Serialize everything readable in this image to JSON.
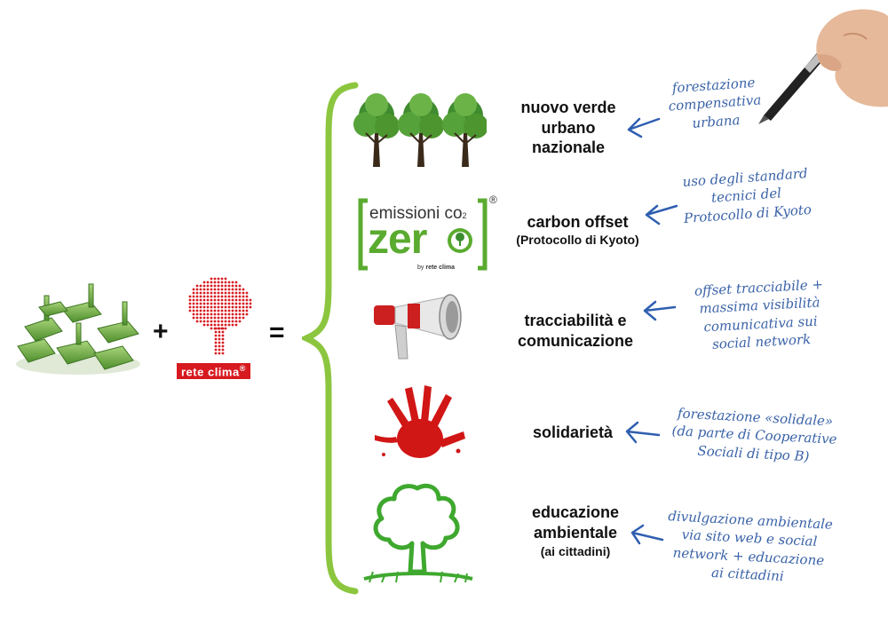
{
  "source": {
    "brand": "rete clima",
    "registered": "®"
  },
  "operators": {
    "plus": "+",
    "equals": "="
  },
  "colors": {
    "brace": "#8cc63f",
    "leaf": "#3c8d2f",
    "brand_red": "#d71920",
    "note_blue": "#3b63a8",
    "zero_green": "#5aab2f",
    "arrow": "#2f5fb0"
  },
  "logo_emissioni": {
    "word": "emissioni co",
    "sub": "2",
    "zero": "zer",
    "by": "by",
    "brand": "rete clima",
    "registered": "®"
  },
  "items": [
    {
      "icon": "trees-icon",
      "label": [
        "nuovo verde",
        "urbano",
        "nazionale"
      ],
      "note": [
        "forestazione",
        "compensativa",
        "urbana"
      ]
    },
    {
      "icon": "emissioni-zero-logo",
      "label": [
        "carbon offset",
        "(Protocollo di Kyoto)"
      ],
      "note": [
        "uso degli standard",
        "tecnici del",
        "Protocollo di Kyoto"
      ]
    },
    {
      "icon": "megaphone-icon",
      "label": [
        "tracciabilità e",
        "comunicazione"
      ],
      "note": [
        "offset tracciabile +",
        "massima visibilità",
        "comunicativa sui",
        "social network"
      ]
    },
    {
      "icon": "handprint-icon",
      "label": [
        "solidarietà"
      ],
      "note": [
        "forestazione «solidale»",
        "(da parte di Cooperative",
        "Sociali di tipo B)"
      ]
    },
    {
      "icon": "tree-drawing-icon",
      "label": [
        "educazione",
        "ambientale",
        "(ai cittadini)"
      ],
      "note": [
        "divulgazione ambientale",
        "via sito web e social",
        "network + educazione",
        "ai cittadini"
      ]
    }
  ]
}
